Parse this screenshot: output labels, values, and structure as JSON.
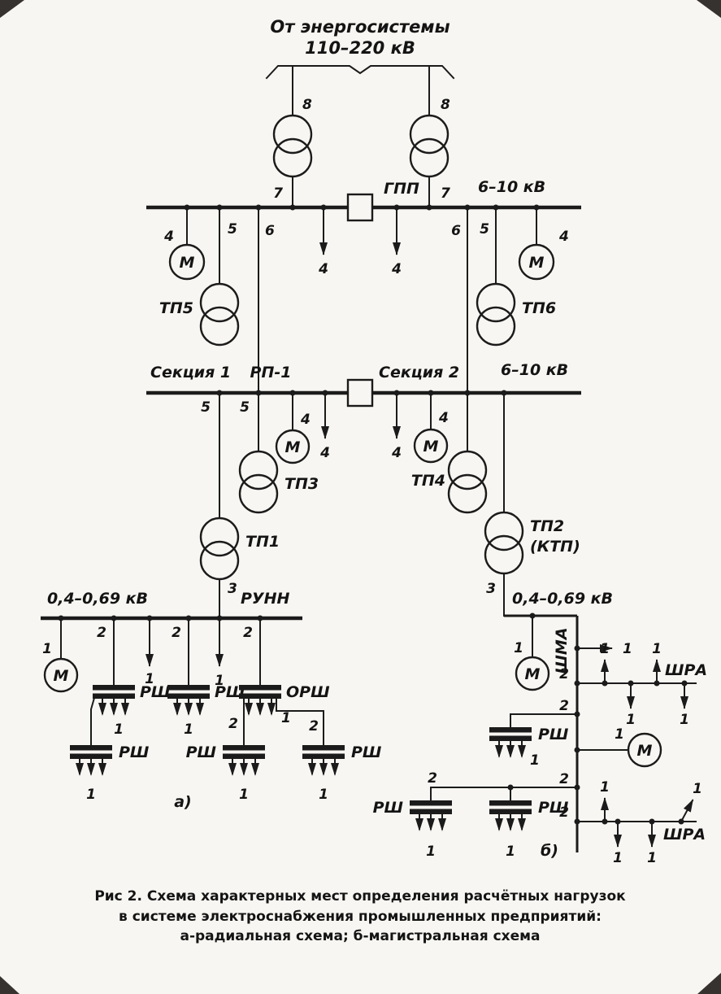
{
  "title": {
    "line1": "От энергосистемы",
    "line2": "110–220 кВ"
  },
  "labels": {
    "gpp": "ГПП",
    "kv_6_10": "6–10 кВ",
    "section1": "Секция 1",
    "rp1": "РП-1",
    "section2": "Секция 2",
    "kv_04_069": "0,4–0,69 кВ",
    "runn": "РУНН",
    "shma": "ШМА",
    "shra": "ШРА",
    "rsh": "РШ",
    "orsh": "ОРШ",
    "motor": "М",
    "tp1": "ТП1",
    "tp2": "ТП2",
    "tp2_note": "(КТП)",
    "tp3": "ТП3",
    "tp4": "ТП4",
    "tp5": "ТП5",
    "tp6": "ТП6",
    "n1": "1",
    "n2": "2",
    "n3": "3",
    "n4": "4",
    "n5": "5",
    "n6": "6",
    "n7": "7",
    "n8": "8",
    "part_a": "а)",
    "part_b": "б)"
  },
  "caption": {
    "line1": "Рис 2. Схема характерных мест определения расчётных нагрузок",
    "line2": "в системе электроснабжения промышленных предприятий:",
    "line3": "а-радиальная схема;  б-магистральная схема"
  }
}
